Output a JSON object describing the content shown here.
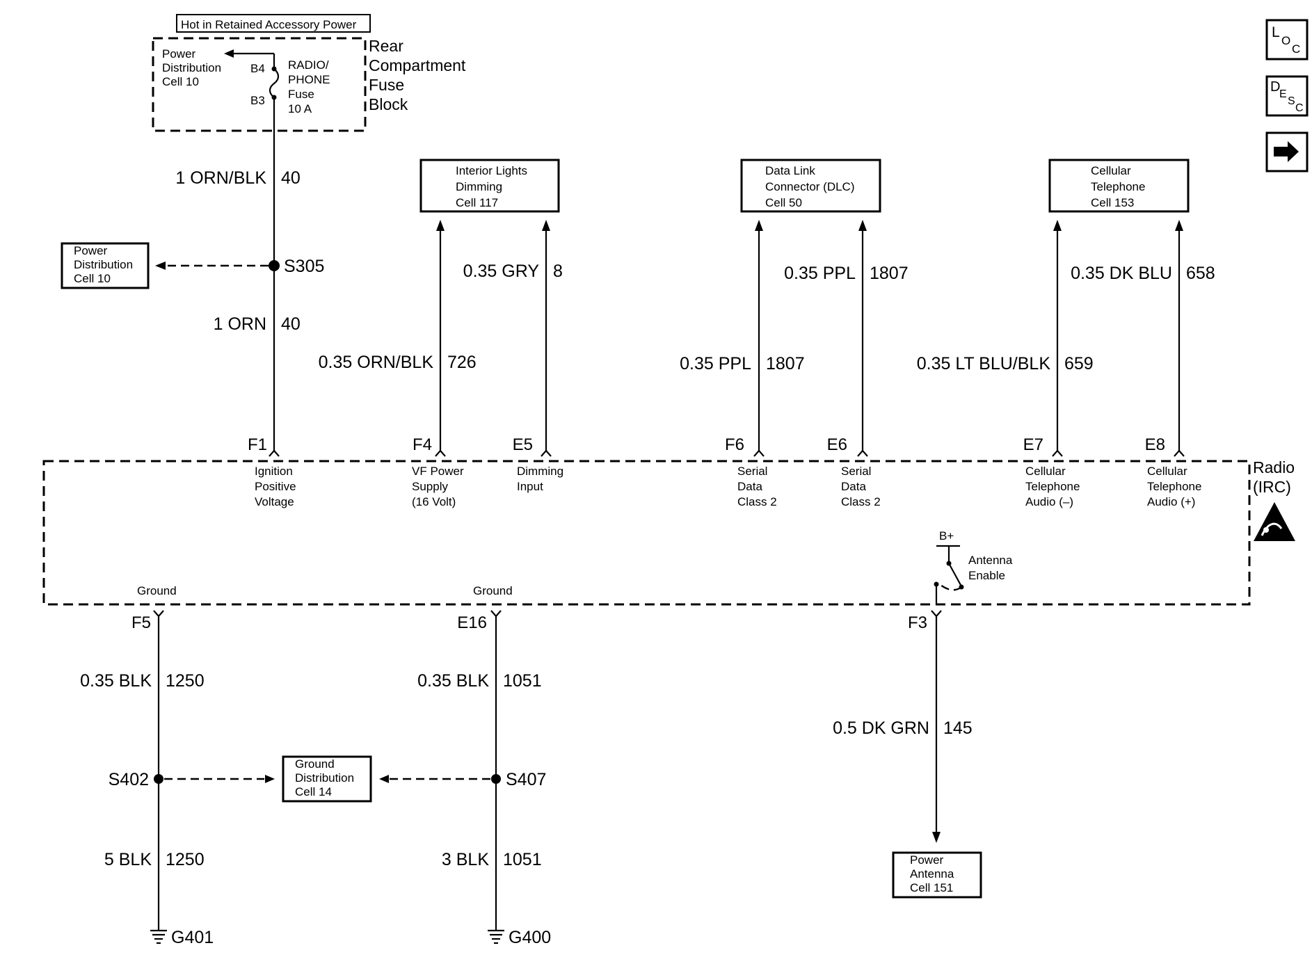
{
  "fuse_block": {
    "header": "Hot in Retained Accessory Power",
    "title": [
      "Rear",
      "Compartment",
      "Fuse",
      "Block"
    ],
    "power_distribution": [
      "Power",
      "Distribution",
      "Cell 10"
    ],
    "terminal_b4": "B4",
    "terminal_b3": "B3",
    "fuse_label": [
      "RADIO/",
      "PHONE",
      "Fuse",
      "10 A"
    ]
  },
  "wire_labels": {
    "w40a_gauge": "1 ORN/BLK",
    "w40a_circuit": "40",
    "splice_s305": "S305",
    "w40b_gauge": "1 ORN",
    "w40b_circuit": "40",
    "w726_gauge": "0.35 ORN/BLK",
    "w726_circuit": "726",
    "w8_gauge": "0.35 GRY",
    "w8_circuit": "8",
    "w1807a_gauge": "0.35 PPL",
    "w1807a_circuit": "1807",
    "w1807b_gauge": "0.35 PPL",
    "w1807b_circuit": "1807",
    "w659_gauge": "0.35 LT BLU/BLK",
    "w659_circuit": "659",
    "w658_gauge": "0.35 DK BLU",
    "w658_circuit": "658",
    "w1250a_gauge": "0.35 BLK",
    "w1250a_circuit": "1250",
    "w1250b_gauge": "5 BLK",
    "w1250b_circuit": "1250",
    "w1051a_gauge": "0.35 BLK",
    "w1051a_circuit": "1051",
    "w1051b_gauge": "3 BLK",
    "w1051b_circuit": "1051",
    "w145_gauge": "0.5 DK GRN",
    "w145_circuit": "145",
    "splice_s402": "S402",
    "splice_s407": "S407",
    "ground_g401": "G401",
    "ground_g400": "G400"
  },
  "ref_boxes": {
    "power_distribution_left": [
      "Power",
      "Distribution",
      "Cell 10"
    ],
    "interior_lights": [
      "Interior Lights",
      "Dimming",
      "Cell 117"
    ],
    "data_link": [
      "Data Link",
      "Connector (DLC)",
      "Cell 50"
    ],
    "cellular": [
      "Cellular",
      "Telephone",
      "Cell 153"
    ],
    "ground_distribution": [
      "Ground",
      "Distribution",
      "Cell 14"
    ],
    "power_antenna": [
      "Power",
      "Antenna",
      "Cell 151"
    ]
  },
  "radio": {
    "title": [
      "Radio",
      "(IRC)"
    ],
    "pins_top": [
      {
        "pin": "F1",
        "desc": [
          "Ignition",
          "Positive",
          "Voltage"
        ]
      },
      {
        "pin": "F4",
        "desc": [
          "VF Power",
          "Supply",
          "(16 Volt)"
        ]
      },
      {
        "pin": "E5",
        "desc": [
          "Dimming",
          "Input"
        ]
      },
      {
        "pin": "F6",
        "desc": [
          "Serial",
          "Data",
          "Class 2"
        ]
      },
      {
        "pin": "E6",
        "desc": [
          "Serial",
          "Data",
          "Class 2"
        ]
      },
      {
        "pin": "E7",
        "desc": [
          "Cellular",
          "Telephone",
          "Audio (–)"
        ]
      },
      {
        "pin": "E8",
        "desc": [
          "Cellular",
          "Telephone",
          "Audio (+)"
        ]
      }
    ],
    "pins_bottom": [
      {
        "pin": "F5",
        "desc": "Ground"
      },
      {
        "pin": "E16",
        "desc": "Ground"
      },
      {
        "pin": "F3",
        "desc": ""
      }
    ],
    "b_plus": "B+",
    "antenna_enable": [
      "Antenna",
      "Enable"
    ]
  },
  "side_buttons": {
    "loc": {
      "letters": [
        "L",
        "O",
        "C"
      ]
    },
    "desc": {
      "letters": [
        "D",
        "E",
        "S",
        "C"
      ]
    },
    "next": {
      "icon": "right-arrow-icon"
    }
  }
}
